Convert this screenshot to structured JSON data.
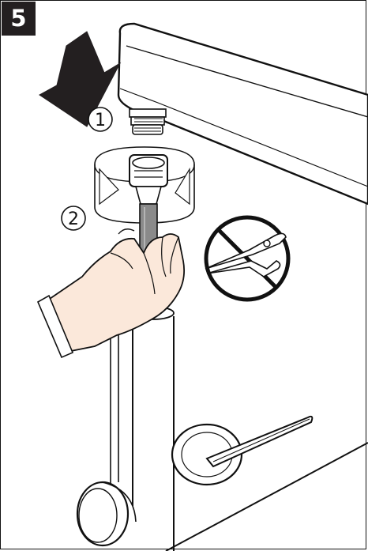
{
  "step": {
    "number": "5"
  },
  "callouts": {
    "one": "1",
    "two": "2"
  },
  "colors": {
    "ink": "#111111",
    "badge": "#231f20",
    "hose": "#8a8a8a",
    "skin": "#fbe8da",
    "prohibited": "#111111"
  },
  "icons": {
    "push_arrow": "arrow-down-icon",
    "prohibited_tool": "no-pliers-icon"
  }
}
